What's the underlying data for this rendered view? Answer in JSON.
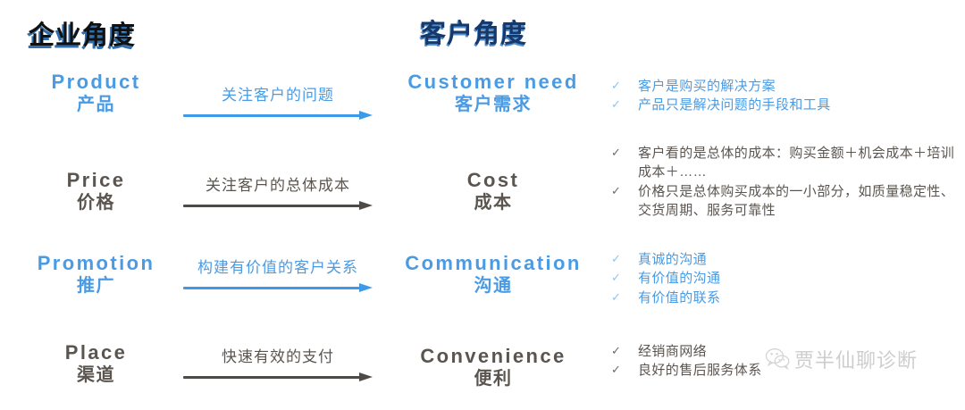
{
  "headings": {
    "left": "企业角度",
    "right": "客户角度"
  },
  "colors": {
    "blue": "#4a9be4",
    "gray": "#5b5550",
    "title_left": "#111111",
    "title_left_shadow": "#2f6fad",
    "title_right": "#17386b",
    "arrow_blue": "#3d9ae8",
    "arrow_gray": "#4e4a46",
    "tick_blue": "#8cc4ef"
  },
  "rows": [
    {
      "accent": "blue",
      "left": {
        "en": "Product",
        "cn": "产品"
      },
      "arrow": {
        "text": "关注客户的问题",
        "icon": "arrow-right-icon"
      },
      "right": {
        "en": "Customer need",
        "cn": "客户需求"
      },
      "bullets": [
        {
          "icon": "check-icon",
          "text": "客户是购买的解决方案"
        },
        {
          "icon": "check-icon",
          "text": "产品只是解决问题的手段和工具"
        }
      ]
    },
    {
      "accent": "gray",
      "left": {
        "en": "Price",
        "cn": "价格"
      },
      "arrow": {
        "text": "关注客户的总体成本",
        "icon": "arrow-right-icon"
      },
      "right": {
        "en": "Cost",
        "cn": "成本"
      },
      "bullets": [
        {
          "icon": "check-icon",
          "text": "客户看的是总体的成本：购买金额＋机会成本＋培训成本＋……"
        },
        {
          "icon": "check-icon",
          "text": "价格只是总体购买成本的一小部分，如质量稳定性、交货周期、服务可靠性"
        }
      ]
    },
    {
      "accent": "blue",
      "left": {
        "en": "Promotion",
        "cn": "推广"
      },
      "arrow": {
        "text": "构建有价值的客户关系",
        "icon": "arrow-right-icon"
      },
      "right": {
        "en": "Communication",
        "cn": "沟通"
      },
      "bullets": [
        {
          "icon": "check-icon",
          "text": "真诚的沟通"
        },
        {
          "icon": "check-icon",
          "text": "有价值的沟通"
        },
        {
          "icon": "check-icon",
          "text": "有价值的联系"
        }
      ]
    },
    {
      "accent": "gray",
      "left": {
        "en": "Place",
        "cn": "渠道"
      },
      "arrow": {
        "text": "快速有效的支付",
        "icon": "arrow-right-icon"
      },
      "right": {
        "en": "Convenience",
        "cn": "便利"
      },
      "bullets": [
        {
          "icon": "check-icon",
          "text": "经销商网络"
        },
        {
          "icon": "check-icon",
          "text": "良好的售后服务体系"
        }
      ]
    }
  ],
  "watermark": {
    "icon": "wechat-icon",
    "text": "贾半仙聊诊断"
  }
}
